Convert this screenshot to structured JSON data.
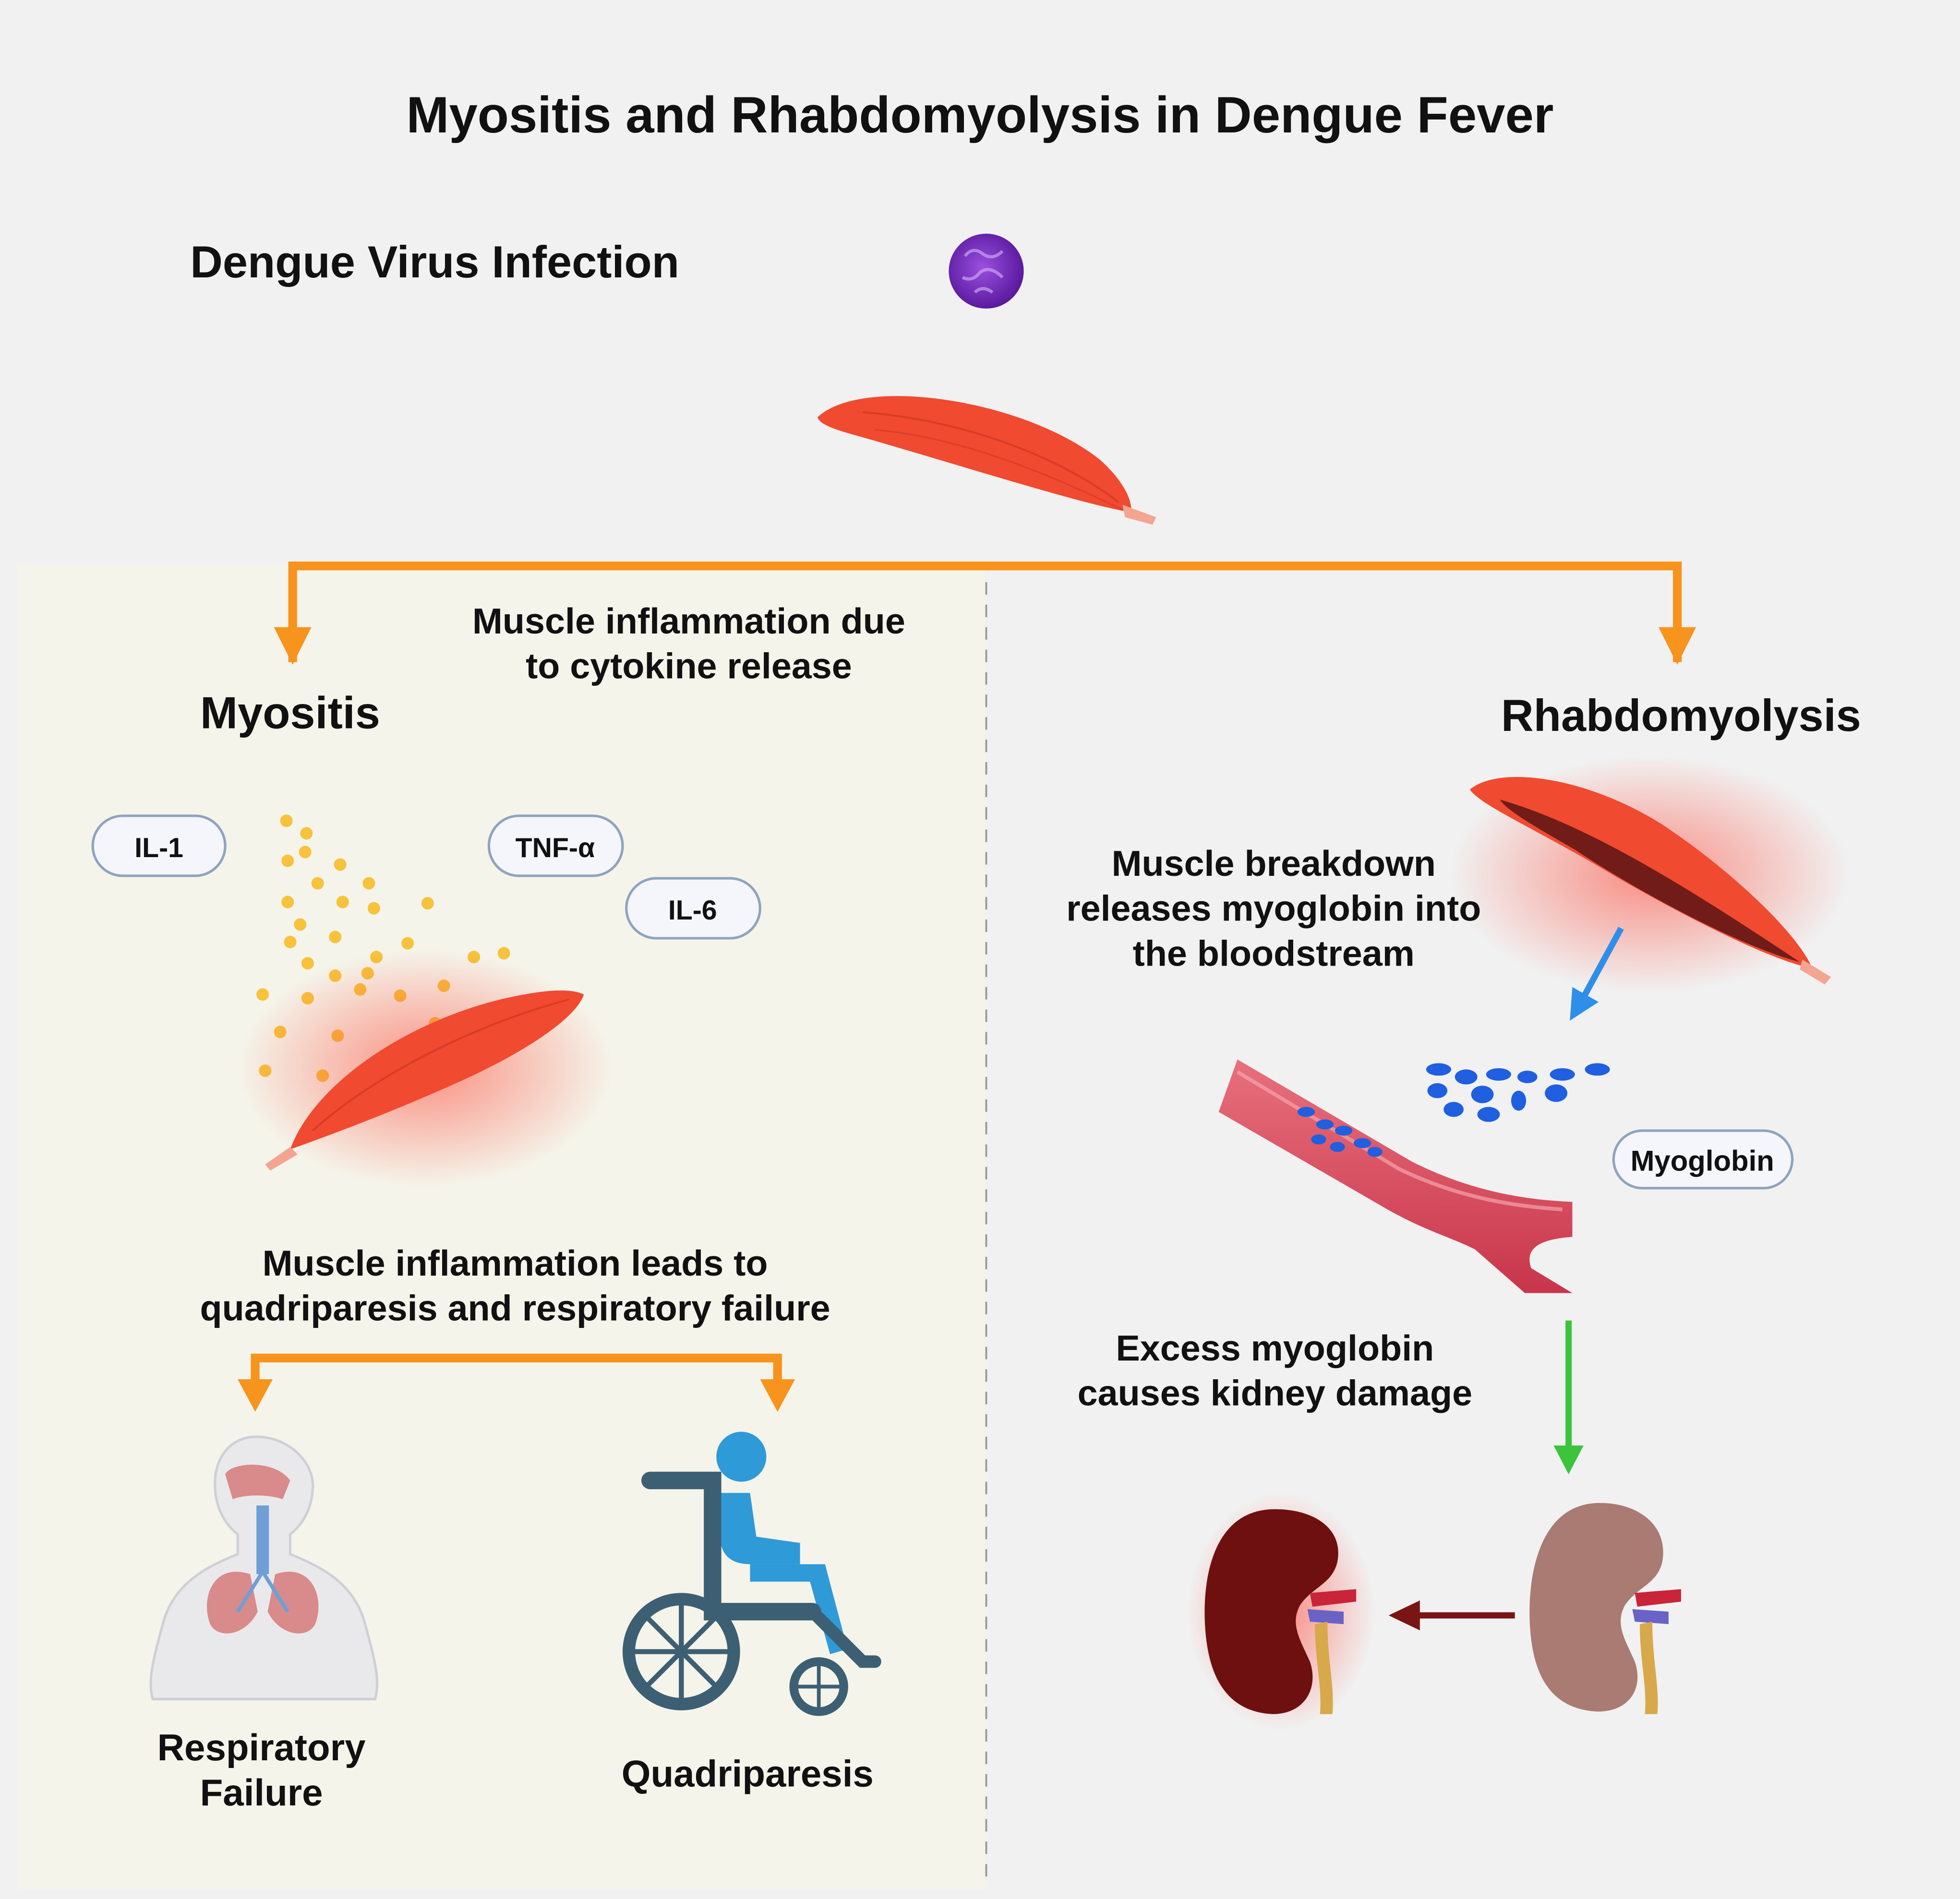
{
  "title": "Myositis and Rhabdomyolysis in Dengue Fever",
  "infection_label": "Dengue Virus Infection",
  "left_branch": {
    "heading": "Myositis",
    "caption_lines": [
      "Muscle inflammation due",
      "to cytokine release"
    ],
    "cytokines": [
      "IL-1",
      "TNF-α",
      "IL-6"
    ],
    "consequence_lines": [
      "Muscle inflammation leads to",
      "quadriparesis and respiratory failure"
    ],
    "outcomes": {
      "respiratory_lines": [
        "Respiratory",
        "Failure"
      ],
      "quadriparesis": "Quadriparesis"
    }
  },
  "right_branch": {
    "heading": "Rhabdomyolysis",
    "breakdown_lines": [
      "Muscle breakdown",
      "releases myoglobin into",
      "the bloodstream"
    ],
    "myoglobin_label": "Myoglobin",
    "kidney_lines": [
      "Excess myoglobin",
      "causes kidney damage"
    ]
  },
  "colors": {
    "background": "#f1f1f1",
    "left_panel": "#f5f4ea",
    "orange_arrow": "#f7941d",
    "muscle": "#f04a30",
    "virus": "#7b2bbf",
    "myoglobin": "#1f5fe0",
    "blue_arrow": "#2f8fe8",
    "green_arrow": "#3cc43c",
    "dark_arrow": "#7a1515",
    "damaged_kidney": "#6e1010",
    "healthy_kidney": "#a97b72",
    "wheelchair": "#3d5f73",
    "wheelchair_person": "#2f9ad8",
    "pill_border": "#8fa3bf"
  },
  "icons": [
    "virus-icon",
    "muscle-icon",
    "blood-vessel-icon",
    "kidney-icon",
    "lungs-icon",
    "wheelchair-icon"
  ]
}
